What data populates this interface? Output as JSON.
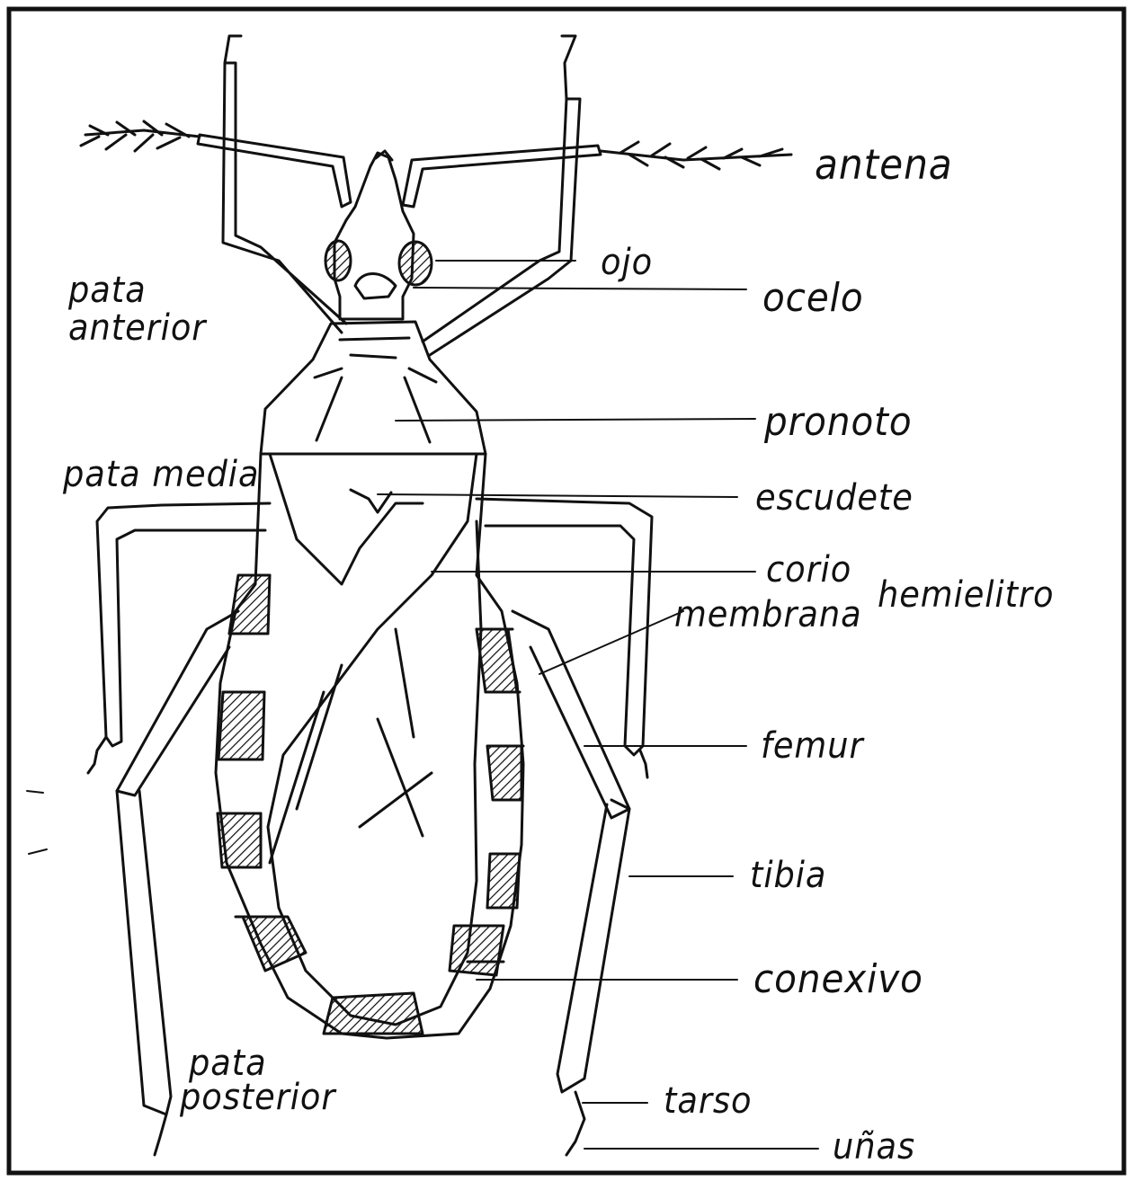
{
  "labels": {
    "antena": "antena",
    "ojo": "ojo",
    "ocelo": "ocelo",
    "pata_anterior_1": "pata",
    "pata_anterior_2": "anterior",
    "pronoto": "pronoto",
    "pata_media": "pata media",
    "escudete": "escudete",
    "corio": "corio",
    "hemielitro": "hemielitro",
    "membrana": "membrana",
    "femur": "femur",
    "tibia": "tibia",
    "conexivo": "conexivo",
    "pata_posterior_1": "pata",
    "pata_posterior_2": "posterior",
    "tarso": "tarso",
    "unas": "uñas"
  },
  "colors": {
    "ink": "#111111",
    "paper": "#ffffff"
  }
}
